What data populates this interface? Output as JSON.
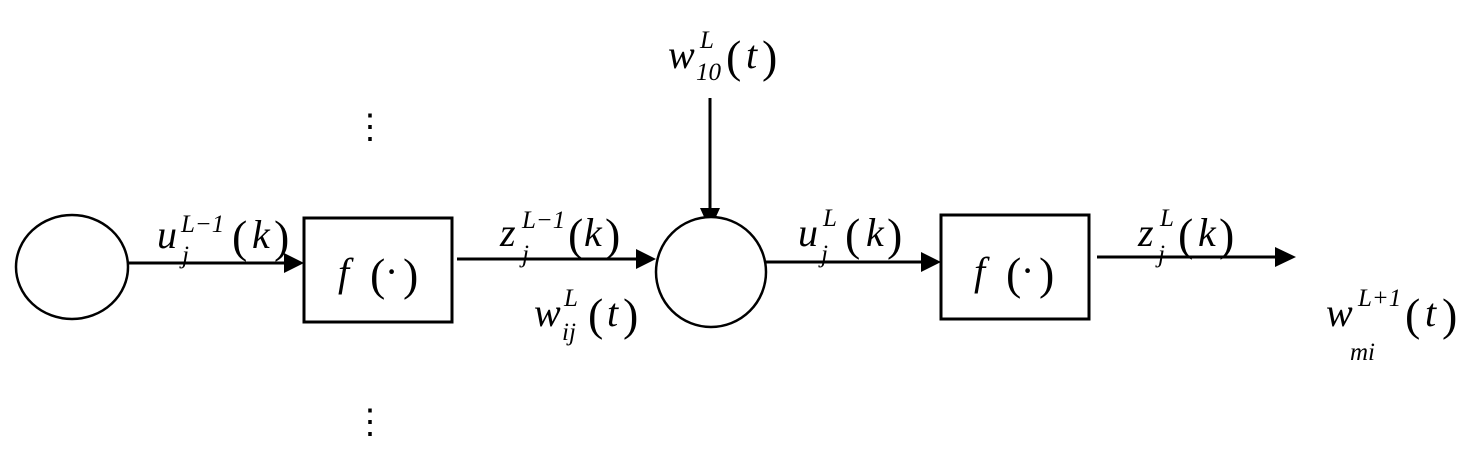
{
  "labels": {
    "u_prev": {
      "base": "u",
      "sup": "L−1",
      "sub": "j",
      "arg": "k"
    },
    "z_prev": {
      "base": "z",
      "sup": "L−1",
      "sub": "j",
      "arg": "k"
    },
    "u_cur": {
      "base": "u",
      "sup": "L",
      "sub": "j",
      "arg": "k"
    },
    "z_cur": {
      "base": "z",
      "sup": "L",
      "sub": "j",
      "arg": "k"
    },
    "w_ij": {
      "base": "w",
      "sup": "L",
      "sub": "ij",
      "arg": "t"
    },
    "w_10": {
      "base": "w",
      "sup": "L",
      "sub": "10",
      "arg": "t"
    },
    "w_mi": {
      "base": "w",
      "sup": "L+1",
      "sub": "mi",
      "arg": "t"
    }
  },
  "blocks": {
    "activation_1": {
      "fn": "f",
      "arg": "·"
    },
    "activation_2": {
      "fn": "f",
      "arg": "·"
    }
  },
  "ellipsis": "⋮"
}
